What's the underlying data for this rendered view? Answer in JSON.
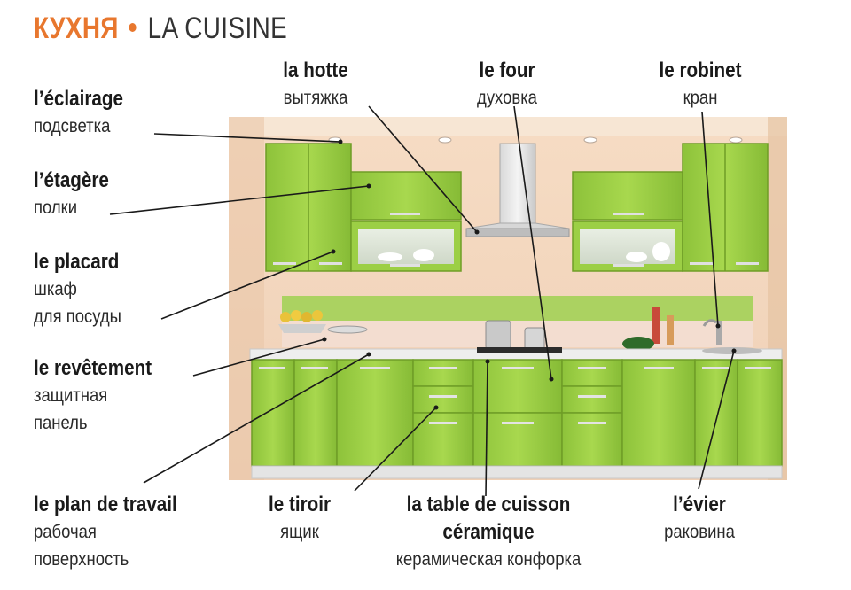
{
  "header": {
    "title_ru": "КУХНЯ",
    "title_fr": "LA CUISINE",
    "accent_color": "#e8772e"
  },
  "labels": {
    "eclairage": {
      "fr": "l’éclairage",
      "ru": "подсветка"
    },
    "etagere": {
      "fr": "l’étagère",
      "ru": "полки"
    },
    "placard": {
      "fr": "le placard",
      "ru1": "шкаф",
      "ru2": "для посуды"
    },
    "revetement": {
      "fr": "le revêtement",
      "ru1": "защитная",
      "ru2": "панель"
    },
    "plan": {
      "fr": "le plan de travail",
      "ru1": "рабочая",
      "ru2": "поверхность"
    },
    "hotte": {
      "fr": "la hotte",
      "ru": "вытяжка"
    },
    "four": {
      "fr": "le four",
      "ru": "духовка"
    },
    "robinet": {
      "fr": "le robinet",
      "ru": "кран"
    },
    "tiroir": {
      "fr": "le tiroir",
      "ru": "ящик"
    },
    "cuisson": {
      "fr1": "la table de cuisson",
      "fr2": "céramique",
      "ru": "керамическая конфорка"
    },
    "evier": {
      "fr": "l’évier",
      "ru": "раковина"
    }
  },
  "colors": {
    "cabinet_green": "#9ccf45",
    "cabinet_dark": "#7fae2e",
    "wall": "#f3d9c4",
    "countertop": "#eeeeee"
  }
}
